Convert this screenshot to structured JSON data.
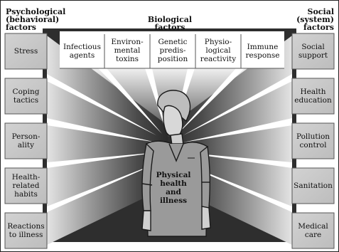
{
  "headers": {
    "psychological": "Psychological\n(behavioral)\nfactors",
    "biological": "Biological\nfactors",
    "social": "Social\n(system)\nfactors"
  },
  "psychological_factors": [
    "Stress",
    "Coping\ntactics",
    "Person-\nality",
    "Health-\nrelated\nhabits",
    "Reactions\nto illness"
  ],
  "biological_factors": [
    "Infectious\nagents",
    "Environ-\nmental\ntoxins",
    "Genetic\npredis-\nposition",
    "Physio-\nlogical\nreactivity",
    "Immune\nresponse"
  ],
  "social_factors": [
    "Social\nsupport",
    "Health\neducation",
    "Pollution\ncontrol",
    "Sanitation",
    "Medical\ncare"
  ],
  "center": "Physical\nhealth\nand\nillness"
}
